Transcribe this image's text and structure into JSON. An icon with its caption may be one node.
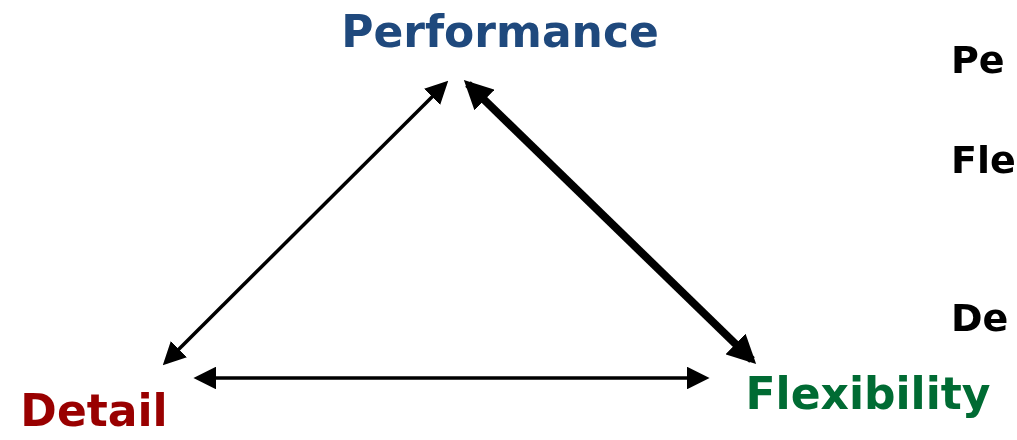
{
  "diagram": {
    "nodes": [
      {
        "text": [
          "Performance"
        ]
      },
      {
        "text": [
          "Detail"
        ]
      },
      {
        "text": [
          "Flexibility"
        ]
      }
    ],
    "edges": [
      {
        "from": 0,
        "to": 1,
        "arrow": "both"
      },
      {
        "from": 0,
        "to": 2,
        "arrow": "both",
        "style": "thick"
      },
      {
        "from": 1,
        "to": 2,
        "arrow": "both"
      }
    ],
    "labels": [
      "Pe",
      "Fle",
      "De"
    ]
  }
}
